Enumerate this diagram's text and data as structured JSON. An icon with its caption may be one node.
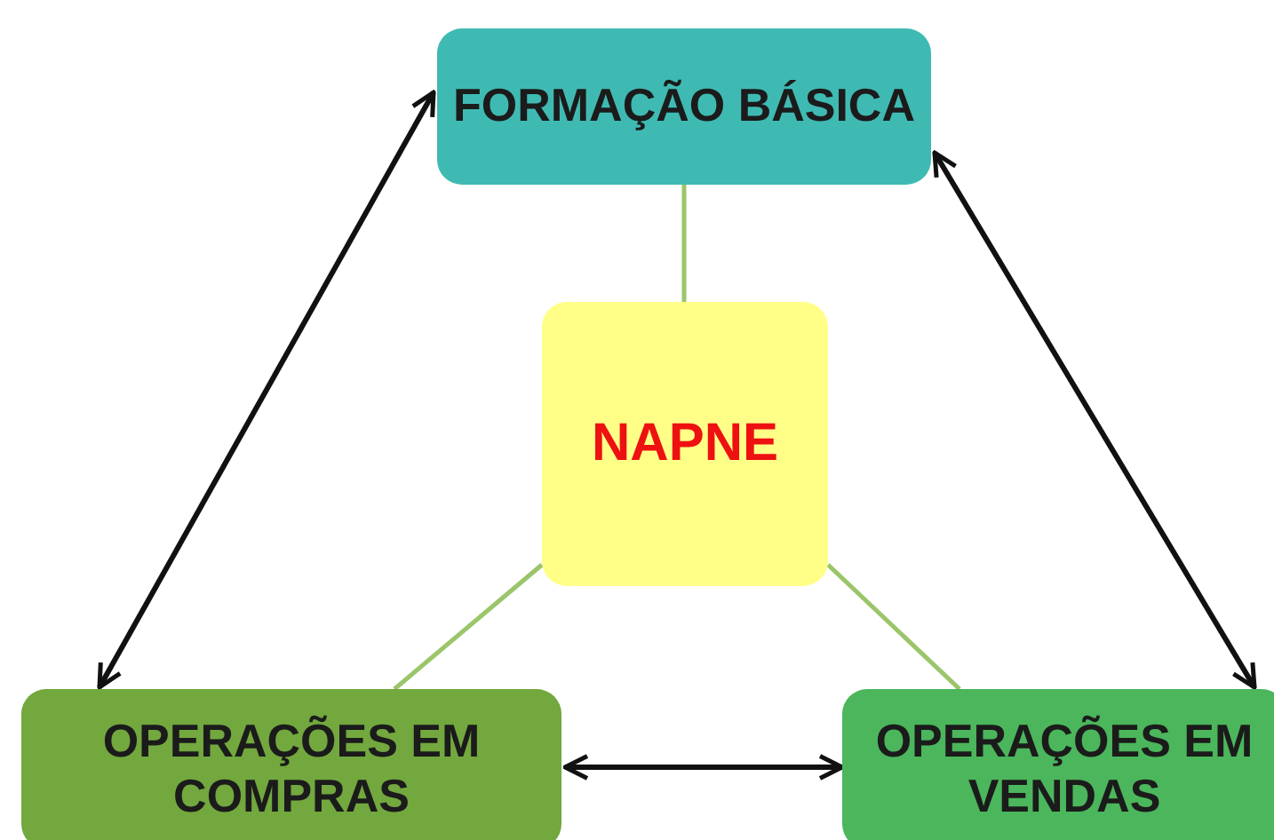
{
  "diagram": {
    "nodes": [
      {
        "text": [
          "FORMAÇÃO BÁSICA"
        ]
      },
      {
        "text": [
          "NAPNE"
        ]
      },
      {
        "text": [
          "OPERAÇÕES EM COMPRAS"
        ]
      },
      {
        "text": [
          "OPERAÇÕES EM VENDAS"
        ]
      }
    ],
    "edges": [
      {
        "from": 0,
        "to": 2,
        "arrow": "both"
      },
      {
        "from": 0,
        "to": 3,
        "arrow": "both"
      },
      {
        "from": 2,
        "to": 3,
        "arrow": "both"
      },
      {
        "from": 0,
        "to": 1,
        "arrow": "none",
        "color": "#9bc56a"
      },
      {
        "from": 1,
        "to": 2,
        "arrow": "none",
        "color": "#9bc56a"
      },
      {
        "from": 1,
        "to": 3,
        "arrow": "none",
        "color": "#9bc56a"
      }
    ]
  }
}
